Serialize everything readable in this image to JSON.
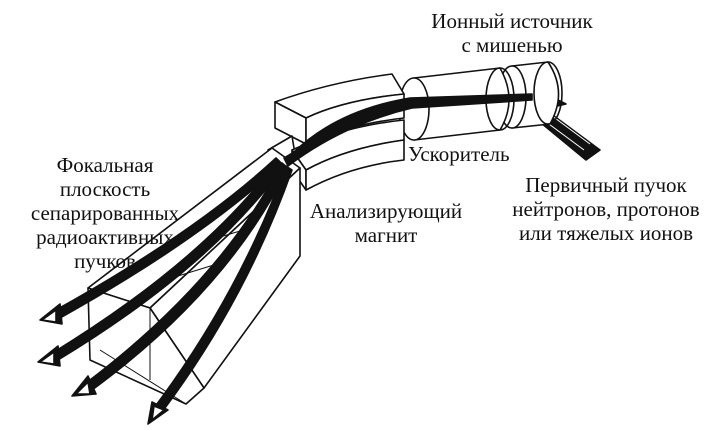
{
  "labels": {
    "ion_source": [
      "Ионный источник",
      "с мишенью"
    ],
    "accelerator": "Ускоритель",
    "primary_beam": [
      "Первичный пучок",
      "нейтронов, протонов",
      "или тяжелых ионов"
    ],
    "analyzing_magnet": [
      "Анализирующий",
      "магнит"
    ],
    "focal_plane": [
      "Фокальная",
      "плоскость",
      "сепарированных",
      "радиоактивных",
      "пучков"
    ]
  },
  "colors": {
    "ink": "#111111",
    "paper": "#ffffff"
  }
}
